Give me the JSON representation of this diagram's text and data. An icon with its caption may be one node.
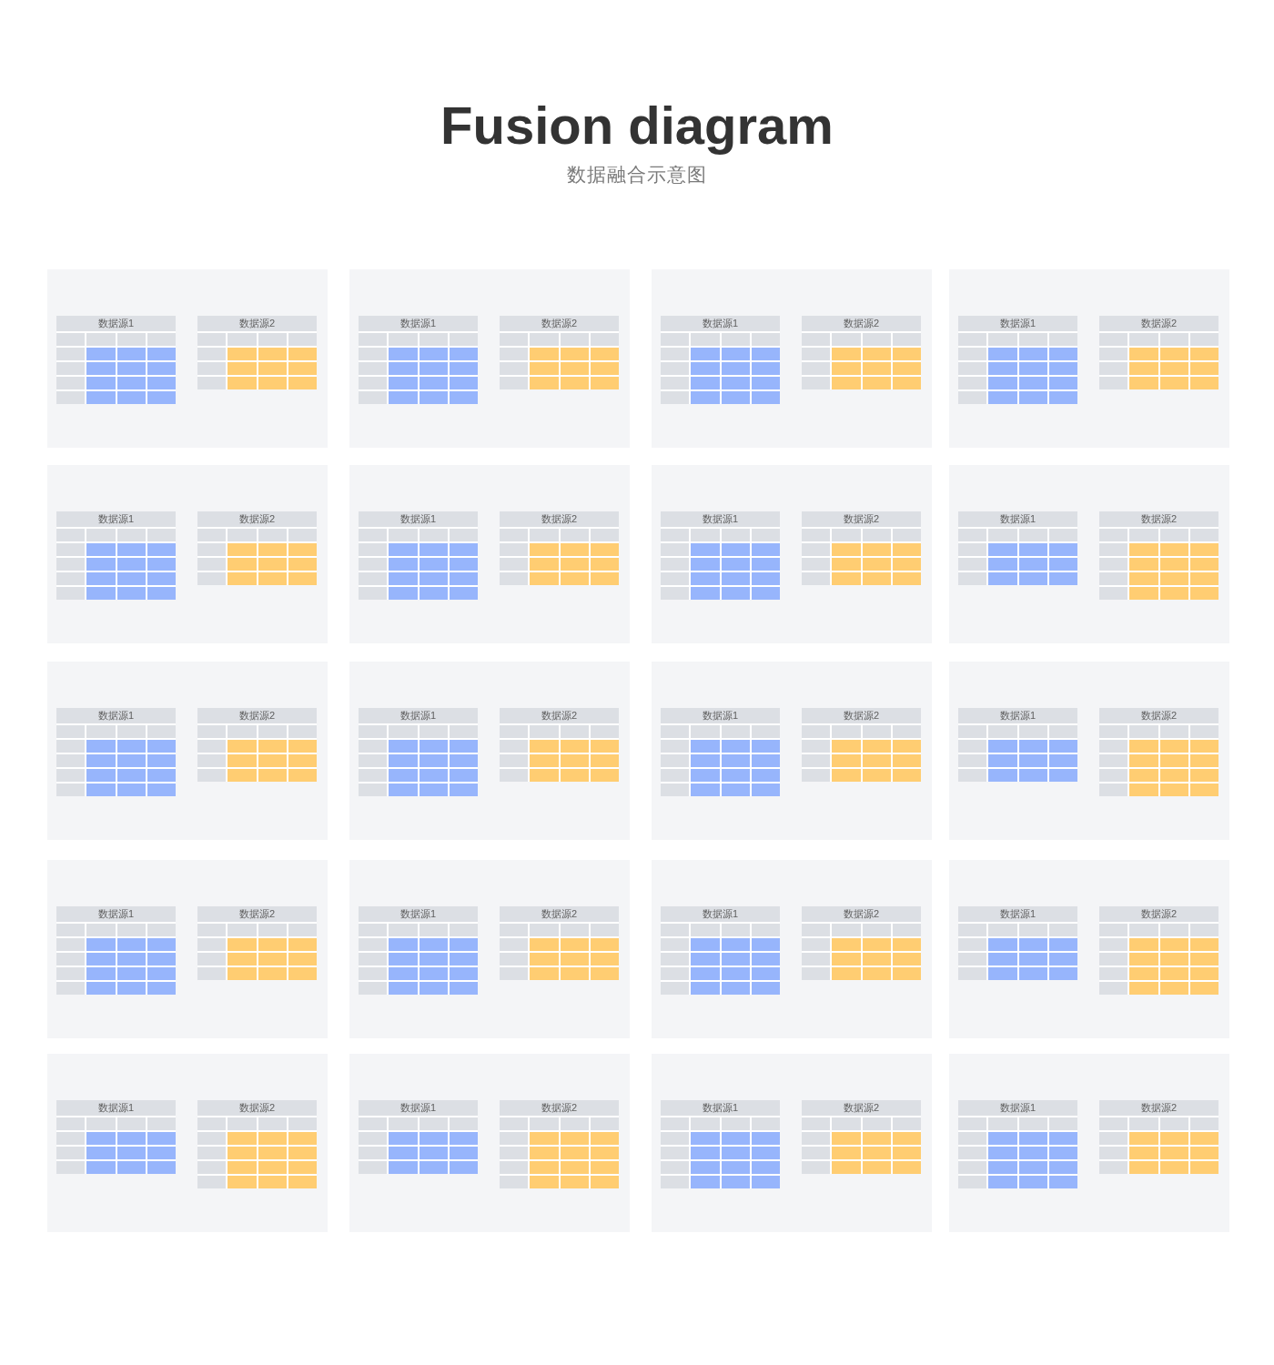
{
  "diagram": {
    "title": "Fusion diagram",
    "nodes": [
      {
        "text": [],
        "shape": "box"
      },
      {
        "text": [
          "数据源1"
        ],
        "in": 0
      },
      {
        "text": [
          "数据源2"
        ],
        "in": 0
      },
      {
        "text": [],
        "shape": "box"
      },
      {
        "text": [
          "数据源1"
        ],
        "in": 3
      },
      {
        "text": [
          "数据源2"
        ],
        "in": 3
      },
      {
        "text": [],
        "shape": "box"
      },
      {
        "text": [
          "数据源1"
        ],
        "in": 6
      },
      {
        "text": [
          "数据源2"
        ],
        "in": 6
      },
      {
        "text": [],
        "shape": "box"
      },
      {
        "text": [
          "数据源1"
        ],
        "in": 9
      },
      {
        "text": [
          "数据源2"
        ],
        "in": 9
      },
      {
        "text": [],
        "shape": "box"
      },
      {
        "text": [
          "数据源1"
        ],
        "in": 12
      },
      {
        "text": [
          "数据源2"
        ],
        "in": 12
      },
      {
        "text": [],
        "shape": "box"
      },
      {
        "text": [
          "数据源1"
        ],
        "in": 15
      },
      {
        "text": [
          "数据源2"
        ],
        "in": 15
      },
      {
        "text": [],
        "shape": "box"
      },
      {
        "text": [
          "数据源1"
        ],
        "in": 18
      },
      {
        "text": [
          "数据源2"
        ],
        "in": 18
      },
      {
        "text": [],
        "shape": "box"
      },
      {
        "text": [
          "数据源1"
        ],
        "in": 21
      },
      {
        "text": [
          "数据源2"
        ],
        "in": 21
      },
      {
        "text": [],
        "shape": "box"
      },
      {
        "text": [
          "数据源1"
        ],
        "in": 24
      },
      {
        "text": [
          "数据源2"
        ],
        "in": 24
      },
      {
        "text": [],
        "shape": "box"
      },
      {
        "text": [
          "数据源1"
        ],
        "in": 27
      },
      {
        "text": [
          "数据源2"
        ],
        "in": 27
      },
      {
        "text": [],
        "shape": "box"
      },
      {
        "text": [
          "数据源1"
        ],
        "in": 30
      },
      {
        "text": [
          "数据源2"
        ],
        "in": 30
      },
      {
        "text": [],
        "shape": "box"
      },
      {
        "text": [
          "数据源1"
        ],
        "in": 33
      },
      {
        "text": [
          "数据源2"
        ],
        "in": 33
      },
      {
        "text": [],
        "shape": "box"
      },
      {
        "text": [
          "数据源1"
        ],
        "in": 36
      },
      {
        "text": [
          "数据源2"
        ],
        "in": 36
      },
      {
        "text": [],
        "shape": "box"
      },
      {
        "text": [
          "数据源1"
        ],
        "in": 39
      },
      {
        "text": [
          "数据源2"
        ],
        "in": 39
      },
      {
        "text": [],
        "shape": "box"
      },
      {
        "text": [
          "数据源1"
        ],
        "in": 42
      },
      {
        "text": [
          "数据源2"
        ],
        "in": 42
      },
      {
        "text": [],
        "shape": "box"
      },
      {
        "text": [
          "数据源1"
        ],
        "in": 45
      },
      {
        "text": [
          "数据源2"
        ],
        "in": 45
      },
      {
        "text": [],
        "shape": "box"
      },
      {
        "text": [
          "数据源1"
        ],
        "in": 48
      },
      {
        "text": [
          "数据源2"
        ],
        "in": 48
      },
      {
        "text": [],
        "shape": "box"
      },
      {
        "text": [
          "数据源1"
        ],
        "in": 51
      },
      {
        "text": [
          "数据源2"
        ],
        "in": 51
      },
      {
        "text": [],
        "shape": "box"
      },
      {
        "text": [
          "数据源1"
        ],
        "in": 54
      },
      {
        "text": [
          "数据源2"
        ],
        "in": 54
      },
      {
        "text": [],
        "shape": "box"
      },
      {
        "text": [
          "数据源1"
        ],
        "in": 57
      },
      {
        "text": [
          "数据源2"
        ],
        "in": 57
      }
    ],
    "labels": [
      "数据融合示意图"
    ]
  }
}
